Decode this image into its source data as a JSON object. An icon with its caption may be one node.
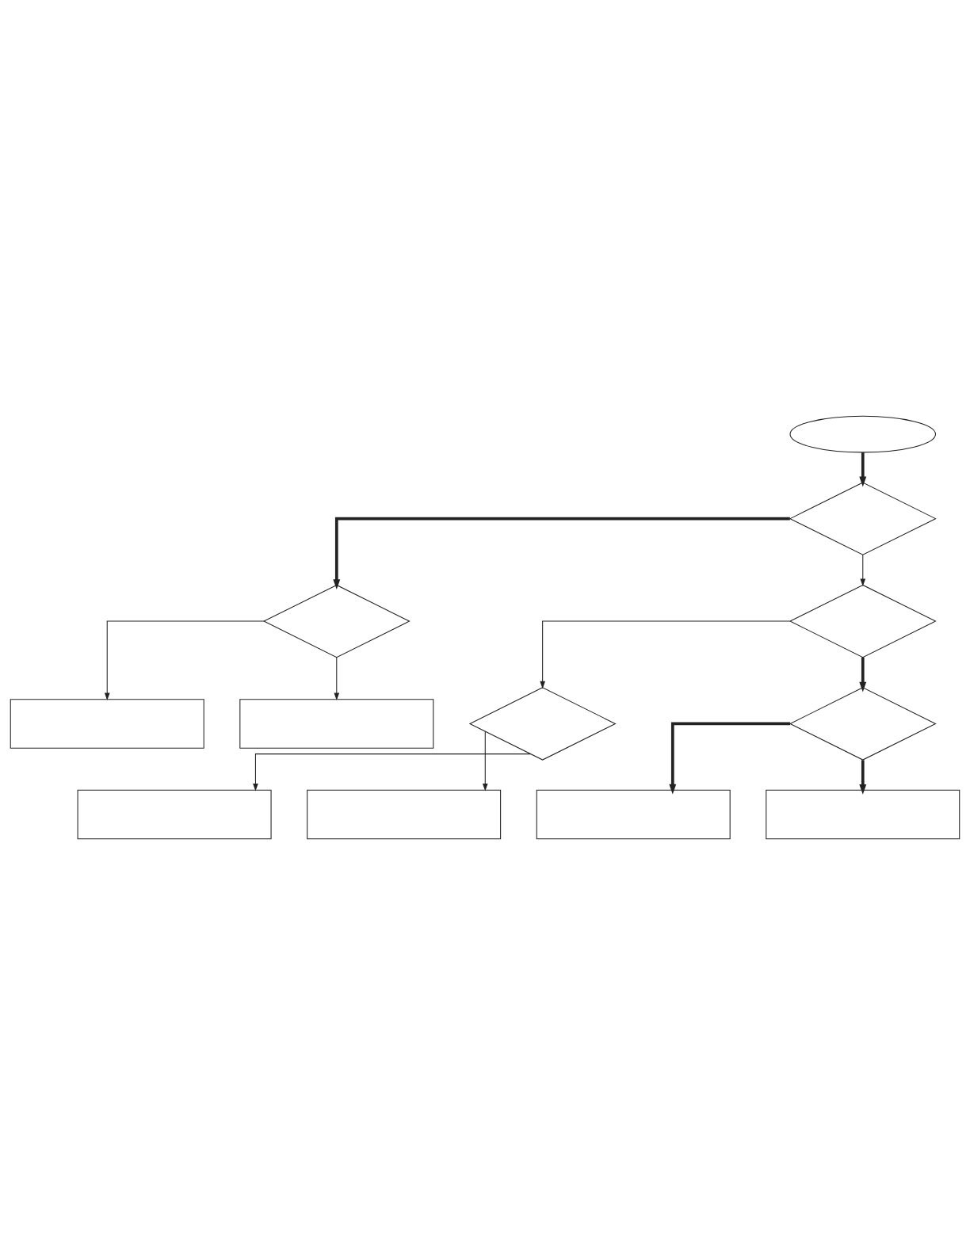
{
  "diagram": {
    "nodes": [
      {
        "text": [],
        "shape": "oval"
      },
      {
        "text": [],
        "shape": "diamond"
      },
      {
        "text": [],
        "shape": "diamond"
      },
      {
        "text": [],
        "shape": "box"
      },
      {
        "text": [],
        "shape": "box"
      },
      {
        "text": [],
        "shape": "diamond"
      },
      {
        "text": [],
        "shape": "diamond"
      },
      {
        "text": [],
        "shape": "box"
      },
      {
        "text": [],
        "shape": "box"
      },
      {
        "text": [],
        "shape": "diamond"
      },
      {
        "text": [],
        "shape": "box"
      },
      {
        "text": [],
        "shape": "box"
      }
    ],
    "edges": [
      {
        "from": 0,
        "to": 1,
        "arrow": "to",
        "style": "thick"
      },
      {
        "from": 1,
        "to": 2,
        "arrow": "to",
        "style": "thick"
      },
      {
        "from": 2,
        "to": 3,
        "arrow": "to"
      },
      {
        "from": 2,
        "to": 4,
        "arrow": "to"
      },
      {
        "from": 1,
        "to": 5,
        "arrow": "to"
      },
      {
        "from": 5,
        "to": 6,
        "arrow": "to"
      },
      {
        "from": 6,
        "to": 7,
        "arrow": "to"
      },
      {
        "from": 6,
        "to": 8,
        "arrow": "to"
      },
      {
        "from": 5,
        "to": 9,
        "arrow": "to",
        "style": "thick"
      },
      {
        "from": 9,
        "to": 10,
        "arrow": "to",
        "style": "thick"
      },
      {
        "from": 9,
        "to": 11,
        "arrow": "to",
        "style": "thick"
      }
    ]
  }
}
